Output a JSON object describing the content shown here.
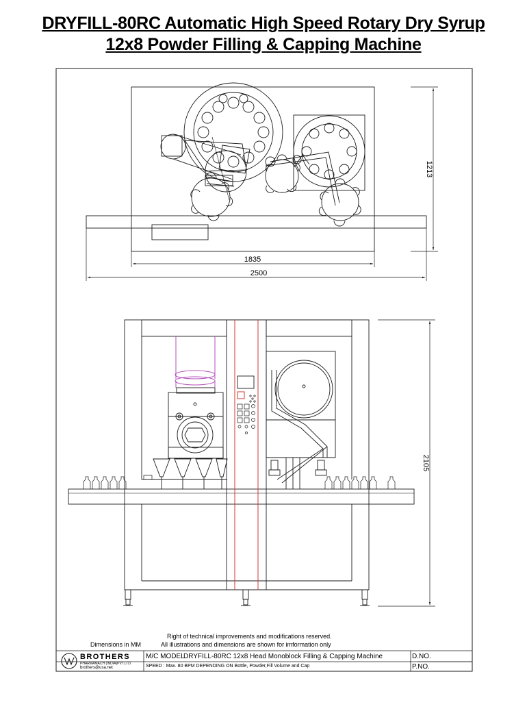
{
  "title": {
    "line1": "DRYFILL-80RC  Automatic High Speed  Rotary Dry Syrup",
    "line2": "12x8 Powder Filling & Capping  Machine"
  },
  "dimensions": {
    "top_width_inner": "1835",
    "top_width_outer": "2500",
    "top_height": "1213",
    "front_height": "2105"
  },
  "notes": {
    "dimensions_unit": "Dimensions in MM",
    "rights_line1": "Right of technical improvements and modifications reserved.",
    "rights_line2": "All illustrations and dimensions are shown for imformation only"
  },
  "title_block": {
    "company": "BROTHERS",
    "company_sub": "PHARMAMACH (INDIA)PVT.LTD.",
    "email": "brothers@usa.net",
    "model_label": "M/C MODEL",
    "model_value": "DRYFILL-80RC 12x8 Head Monoblock Filling & Capping Machine",
    "speed": "SPEED : Max. 80 BPM DEPENDING ON Bottle, Powder,Fill Volume and Cap",
    "dno_label": "D.NO.",
    "pno_label": "P.NO."
  },
  "colors": {
    "line": "#1a1a1a",
    "accent_red": "#d0392b",
    "accent_magenta": "#b04cb8"
  }
}
